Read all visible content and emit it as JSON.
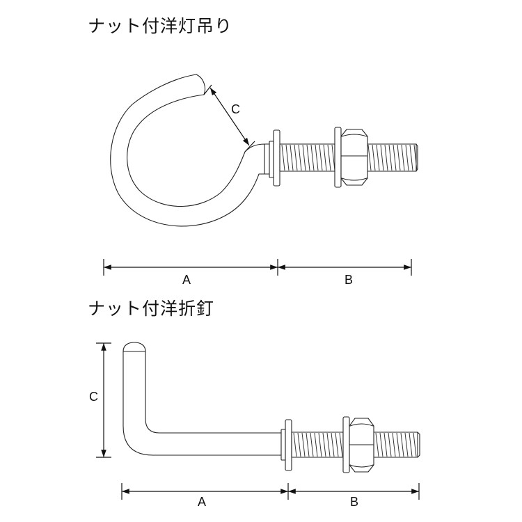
{
  "titles": {
    "top": "ナット付洋灯吊り",
    "bottom": "ナット付洋折釘"
  },
  "top_diagram": {
    "labels": {
      "a": "A",
      "b": "B",
      "c": "C"
    }
  },
  "bottom_diagram": {
    "labels": {
      "a": "A",
      "b": "B",
      "c": "C"
    }
  },
  "colors": {
    "line": "#222222",
    "background": "#ffffff"
  }
}
